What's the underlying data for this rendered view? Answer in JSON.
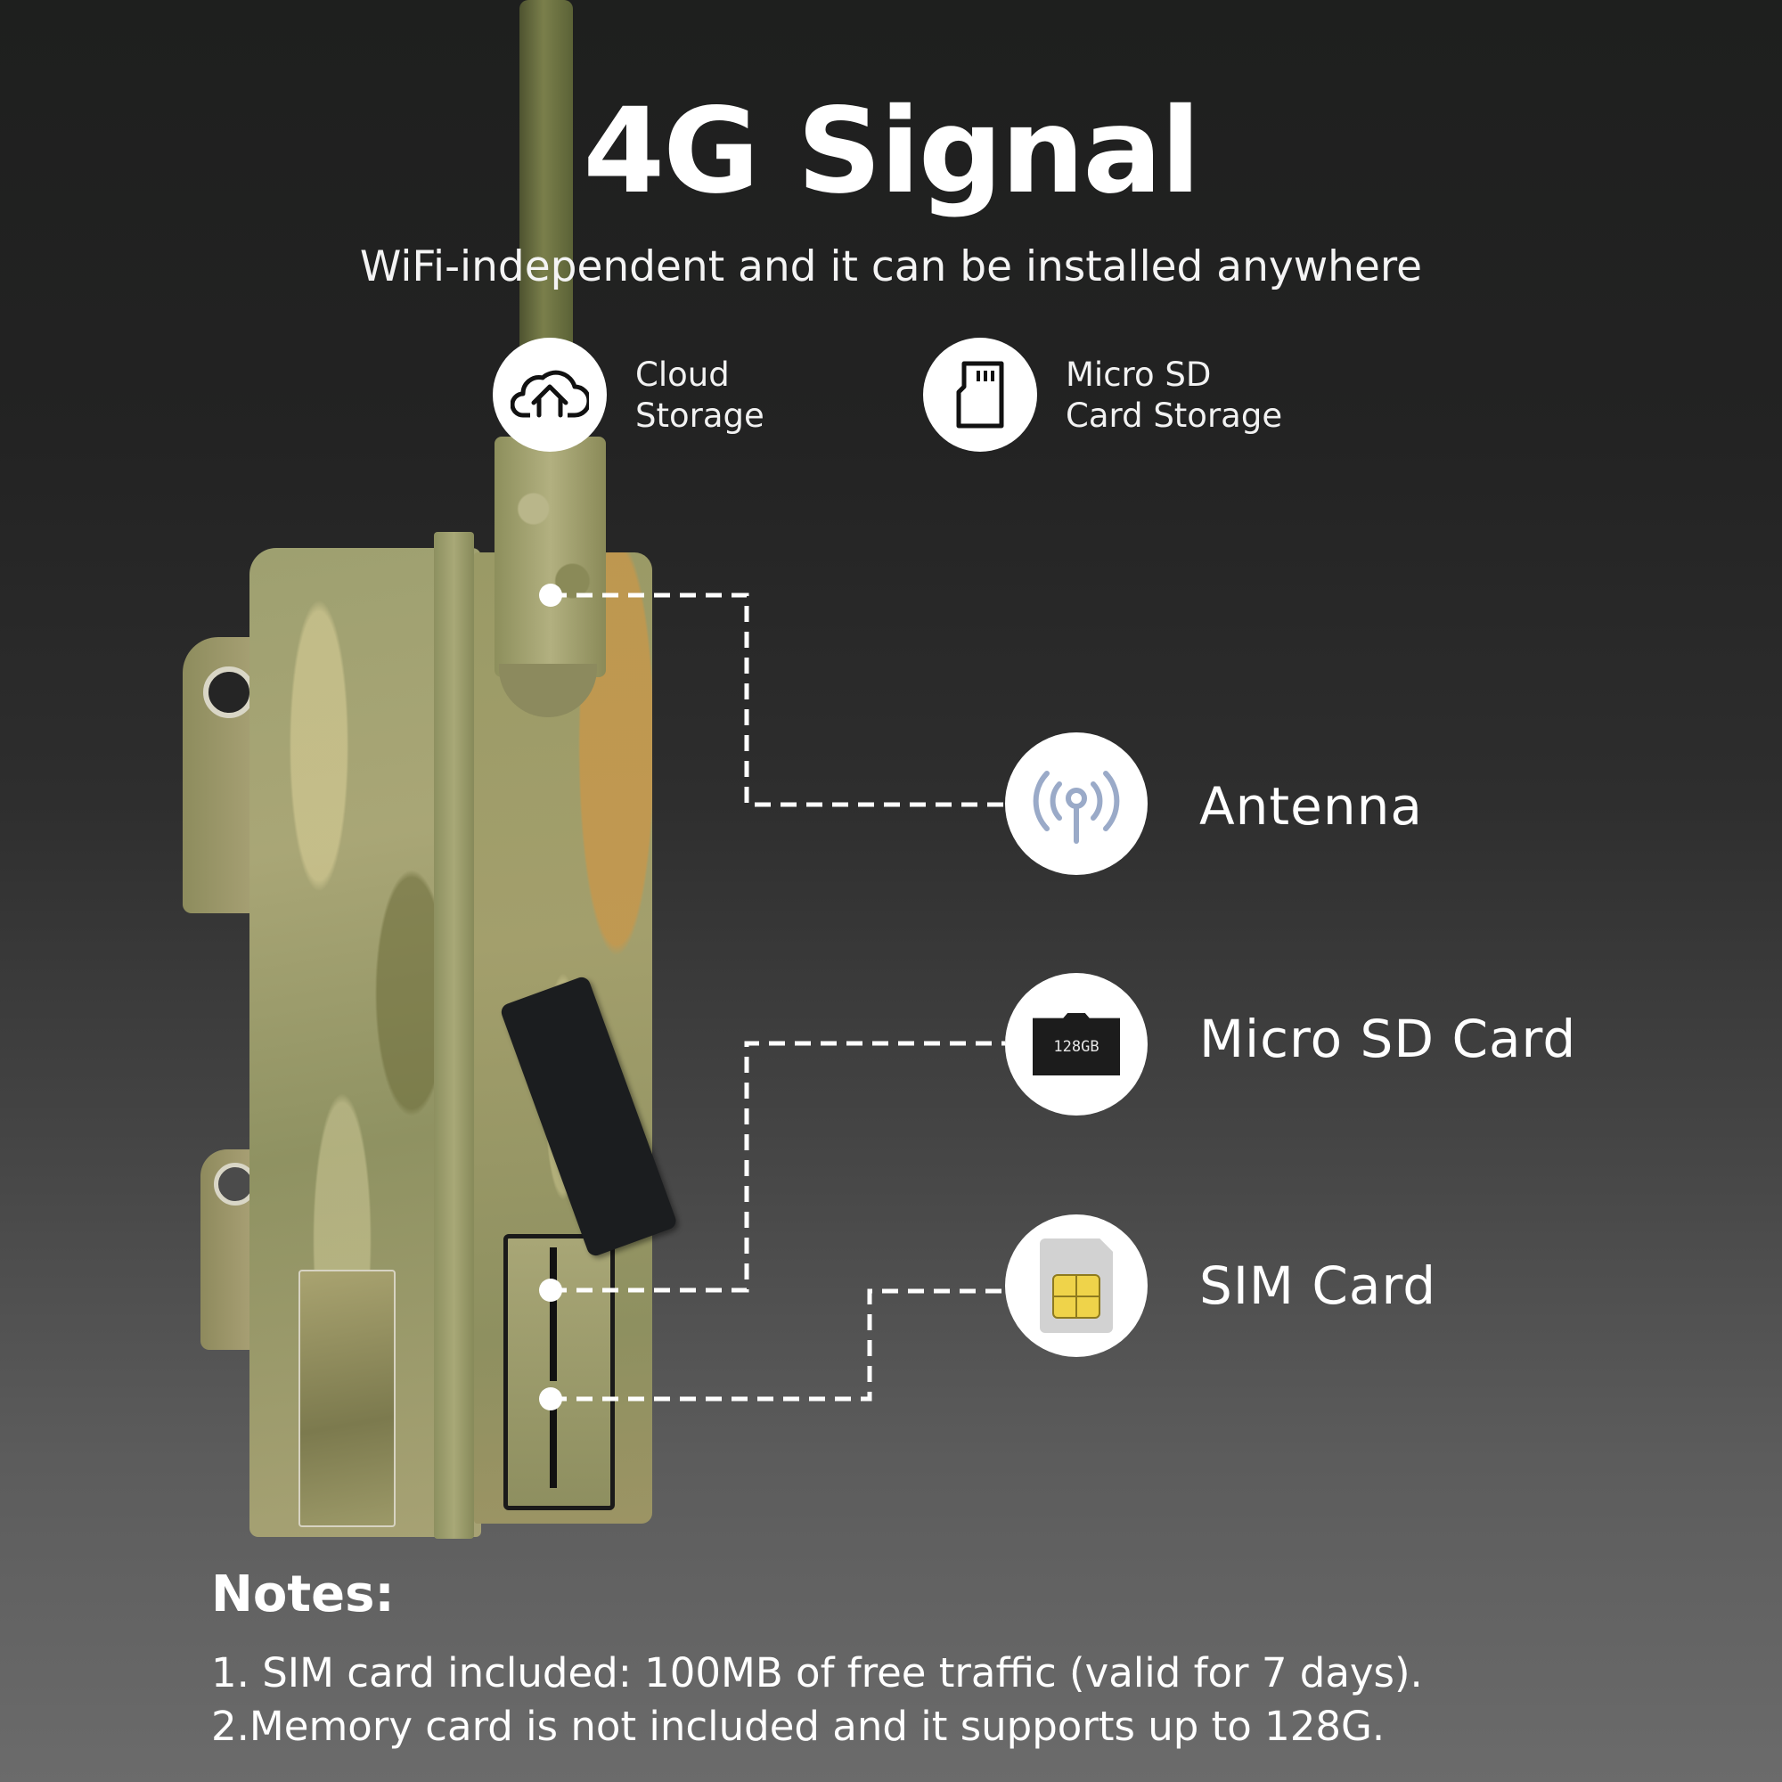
{
  "header": {
    "title": "4G Signal",
    "subtitle": "WiFi-independent and it can be installed anywhere"
  },
  "features": [
    {
      "icon": "cloud-upload-icon",
      "label": "Cloud\nStorage"
    },
    {
      "icon": "micro-sd-icon",
      "label": "Micro SD\nCard Storage"
    }
  ],
  "parts": [
    {
      "icon": "antenna-signal-icon",
      "label": "Antenna"
    },
    {
      "icon": "micro-sd-card-icon",
      "label": "Micro SD Card",
      "card_text": "128GB"
    },
    {
      "icon": "sim-card-icon",
      "label": "SIM Card"
    }
  ],
  "notes": {
    "title": "Notes:",
    "items": [
      "1. SIM card included: 100MB of free traffic (valid for 7 days).",
      "2.Memory card is not included and it supports up to 128G."
    ]
  },
  "colors": {
    "background_top": "#1e1f1e",
    "background_bottom": "#6b6b6b",
    "text": "#ffffff",
    "antenna_icon": "#9aaac8",
    "sim_chip": "#efd34a",
    "camo_base": "#9ea070"
  }
}
